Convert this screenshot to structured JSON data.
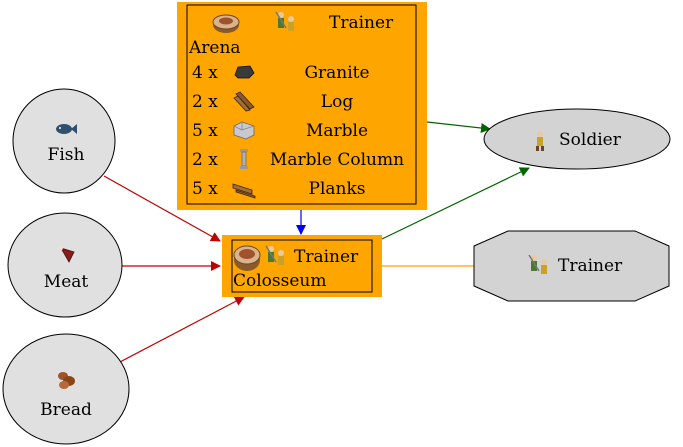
{
  "arena": {
    "label": "Arena",
    "tag": "Trainer",
    "rows": [
      {
        "qty": "4 x",
        "name": "Granite"
      },
      {
        "qty": "2 x",
        "name": "Log"
      },
      {
        "qty": "5 x",
        "name": "Marble"
      },
      {
        "qty": "2 x",
        "name": "Marble Column"
      },
      {
        "qty": "5 x",
        "name": "Planks"
      }
    ]
  },
  "colosseum": {
    "label": "Colosseum",
    "tag": "Trainer"
  },
  "inputs": [
    {
      "label": "Fish",
      "icon": "fish-icon"
    },
    {
      "label": "Meat",
      "icon": "meat-icon"
    },
    {
      "label": "Bread",
      "icon": "bread-icon"
    }
  ],
  "outputs": {
    "soldier": {
      "label": "Soldier",
      "icon": "soldier-icon"
    },
    "trainer": {
      "label": "Trainer",
      "icon": "trainer-icon"
    }
  },
  "colors": {
    "building_fill": "#ffa500",
    "node_fill": "#d3d3d3",
    "input_fill": "#e0e0e0",
    "edge_red": "#c00000",
    "edge_green": "#006400",
    "edge_blue": "#0000ff",
    "edge_orange": "#ffa500"
  }
}
